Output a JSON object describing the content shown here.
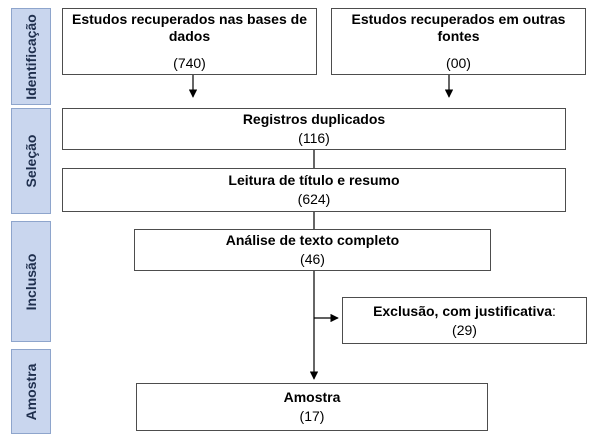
{
  "phases": {
    "identificacao": "Identificação",
    "selecao": "Seleção",
    "inclusao": "Inclusão",
    "amostra": "Amostra"
  },
  "boxes": {
    "bases_dados": {
      "title": "Estudos recuperados nas bases de dados",
      "count": "(740)"
    },
    "outras_fontes": {
      "title": "Estudos recuperados em outras fontes",
      "count": "(00)"
    },
    "duplicados": {
      "title": "Registros duplicados",
      "count": "(116)"
    },
    "leitura": {
      "title": "Leitura de título e resumo",
      "count": "(624)"
    },
    "analise": {
      "title": "Análise de texto completo",
      "count": "(46)"
    },
    "exclusao": {
      "title": "Exclusão, com justificativa",
      "suffix": ":",
      "count": "(29)"
    },
    "amostra": {
      "title": "Amostra",
      "count": "(17)"
    }
  },
  "colors": {
    "phase_fill": "#c9d6ee",
    "phase_border": "#8ea5cc",
    "line": "#000000"
  }
}
